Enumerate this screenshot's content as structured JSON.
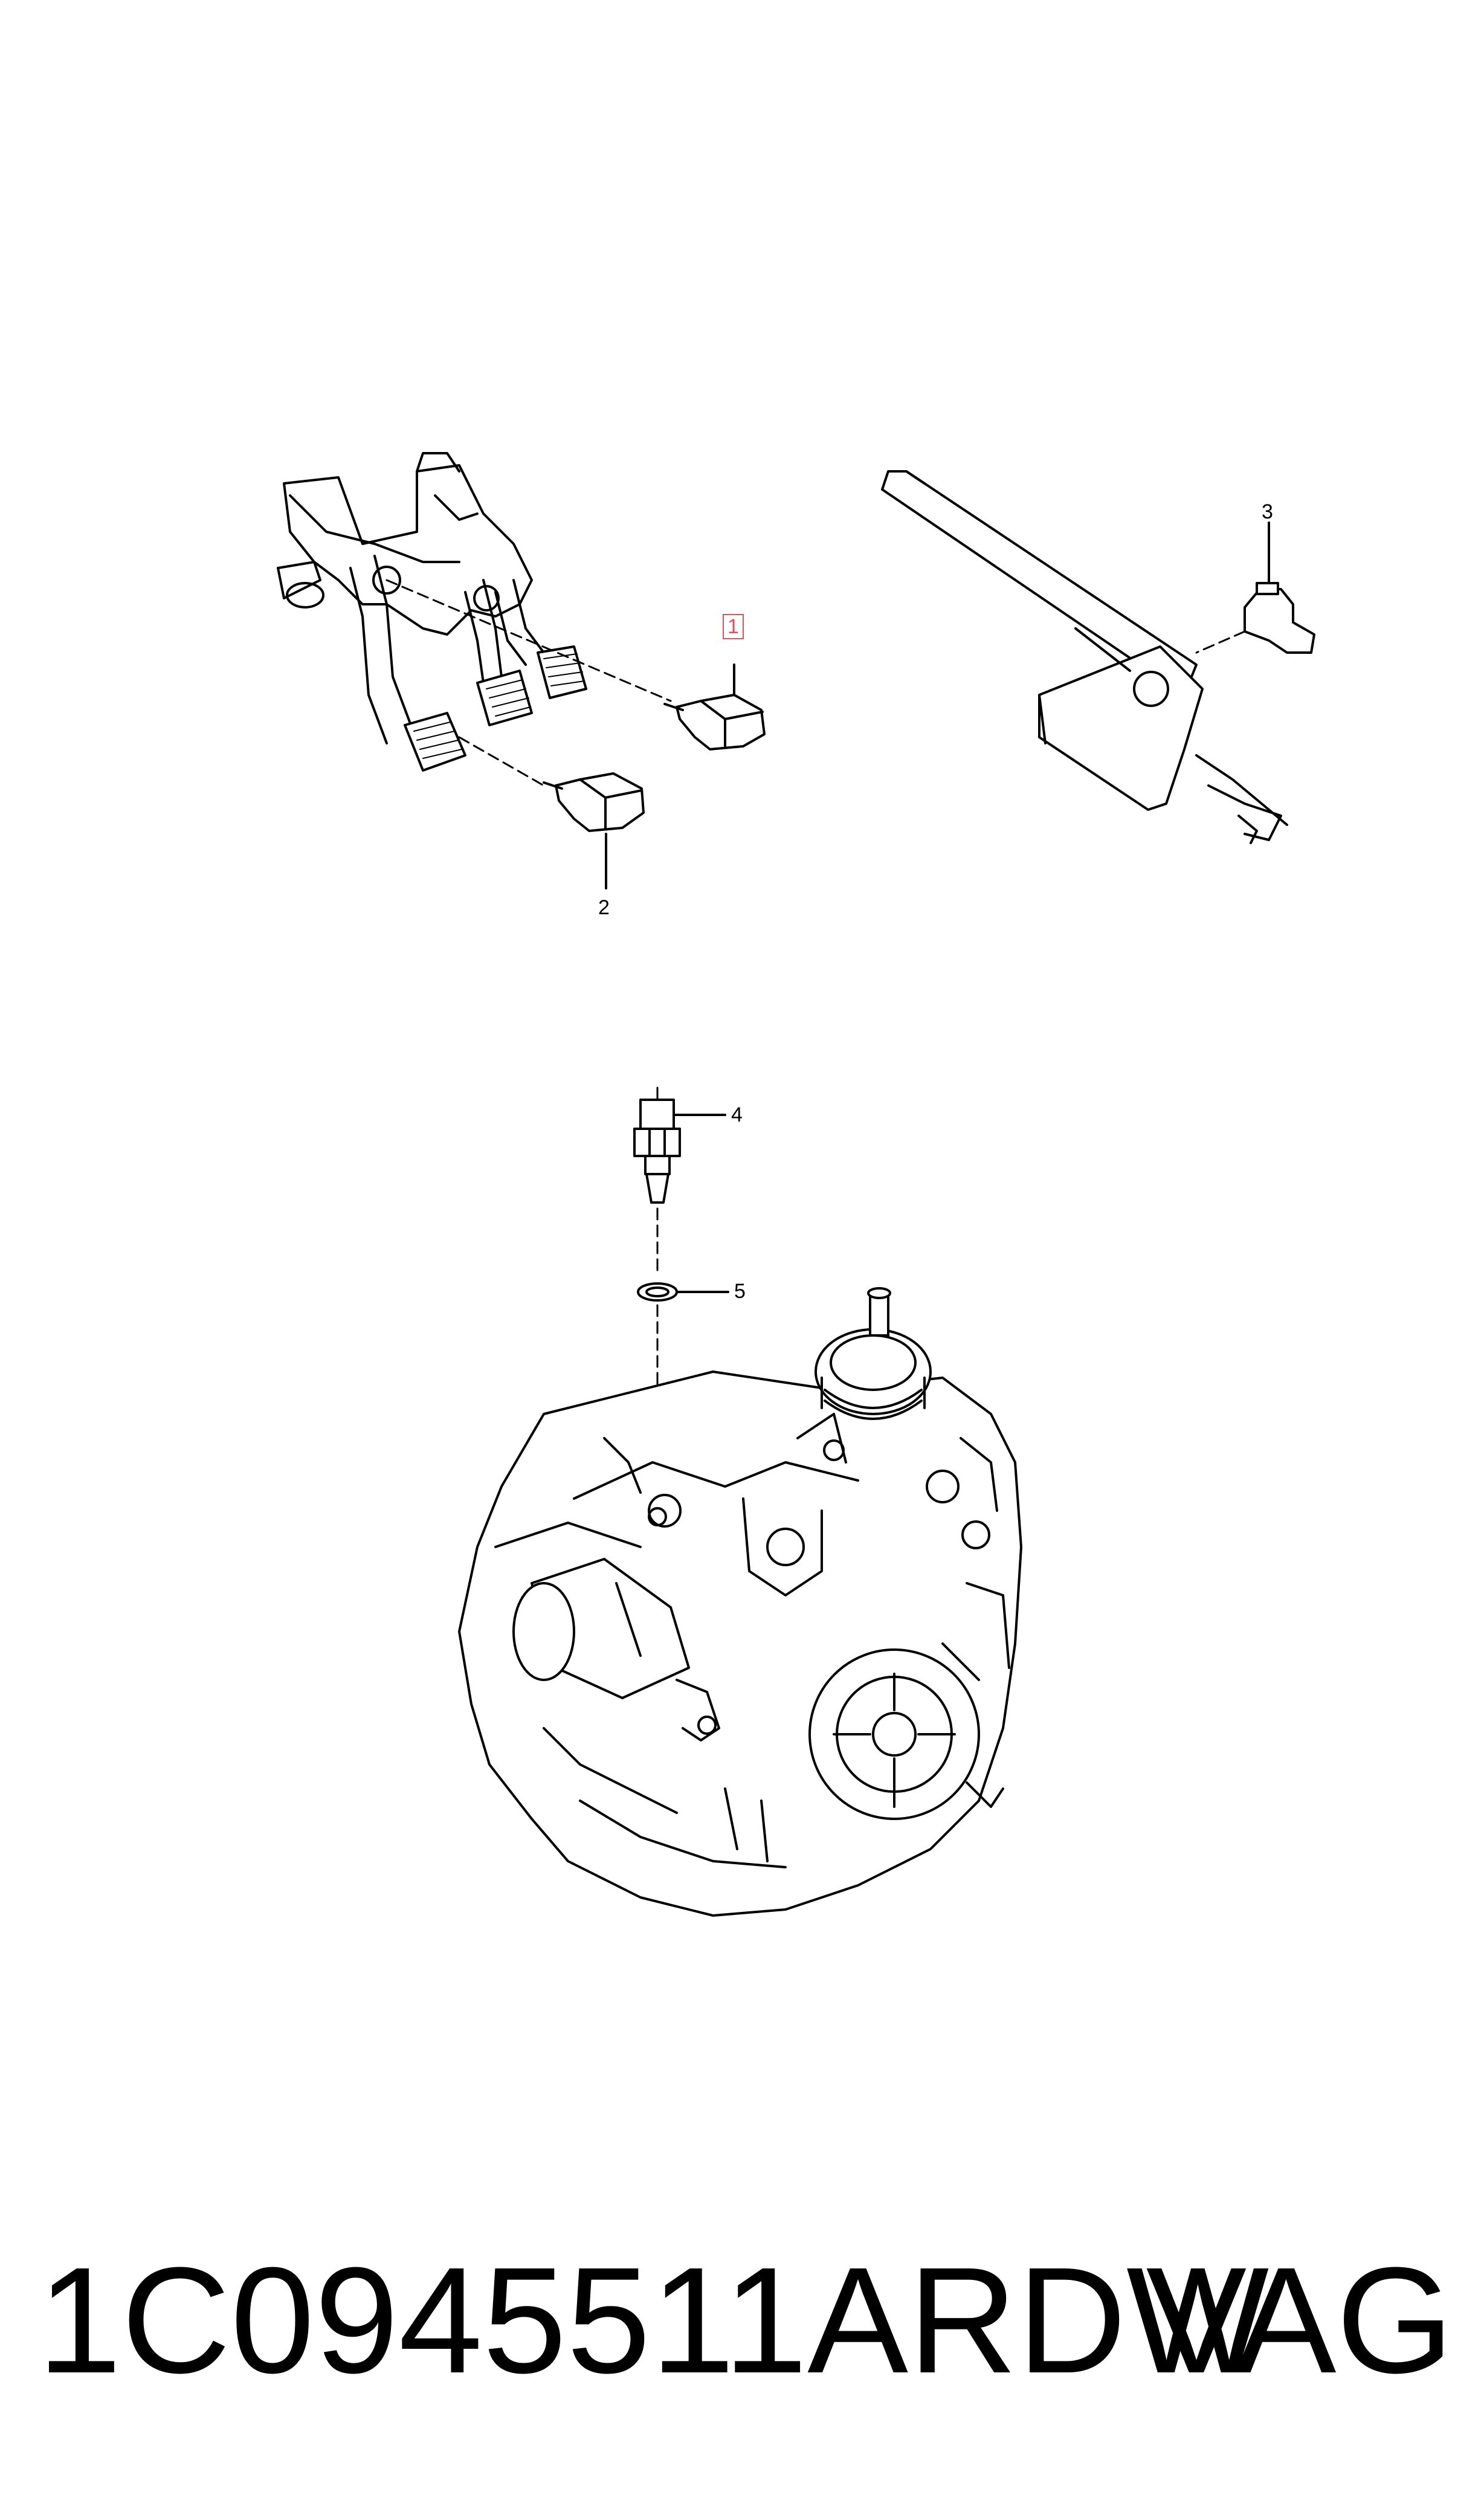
{
  "callouts": {
    "c1": "1",
    "c2": "2",
    "c3": "3",
    "c4": "4",
    "c5": "5"
  },
  "caption": {
    "part_number": "1C0945511ARDW",
    "brand": "VAG"
  },
  "colors": {
    "ink": "#000000",
    "highlight": "#e0505a",
    "background": "#ffffff"
  },
  "icons": [
    "pedal-cluster-illustration",
    "brake-light-switch-illustration",
    "clutch-switch-illustration",
    "handbrake-lever-illustration",
    "handbrake-switch-illustration",
    "pressure-switch-illustration",
    "seal-ring-illustration",
    "transmission-illustration"
  ]
}
